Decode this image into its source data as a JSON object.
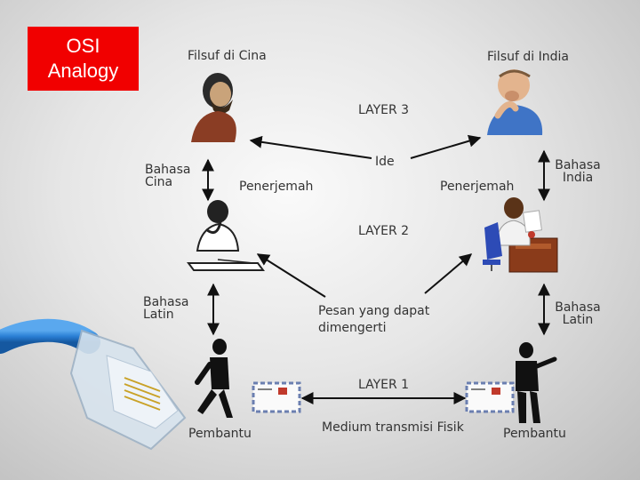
{
  "title": {
    "line1": "OSI",
    "line2": "Analogy"
  },
  "layers": {
    "l3": "LAYER 3",
    "l2": "LAYER 2",
    "l1": "LAYER 1"
  },
  "left": {
    "philosopher": "Filsuf di Cina",
    "language": "Bahasa Cina",
    "translator": "Penerjemah",
    "common_language": "Bahasa Latin",
    "messenger": "Pembantu"
  },
  "right": {
    "philosopher": "Filsuf di India",
    "language": "Bahasa India",
    "translator": "Penerjemah",
    "common_language": "Bahasa Latin",
    "messenger": "Pembantu"
  },
  "center": {
    "idea": "Ide",
    "message": "Pesan yang dapat dimengerti",
    "medium": "Medium transmisi Fisik"
  },
  "colors": {
    "title_bg": "#f10000",
    "cable": "#2a7fd4",
    "envelope_border": "#6b7fb0",
    "stamp": "#c0392b"
  }
}
